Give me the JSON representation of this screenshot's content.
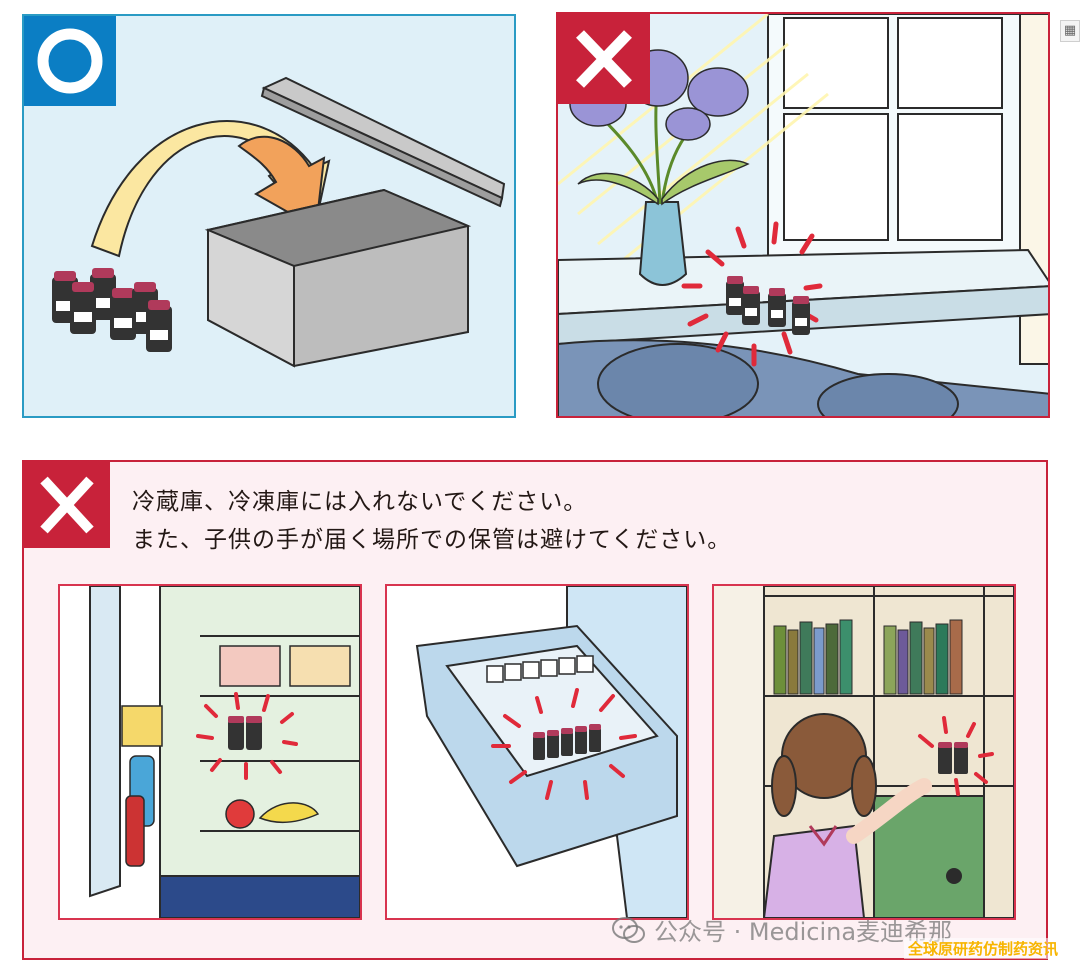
{
  "panels": {
    "ok": {
      "mark": "O",
      "mark_color": "#0b7ec4"
    },
    "window": {
      "mark": "X",
      "mark_color": "#c8223a"
    },
    "bottom": {
      "mark": "X",
      "mark_color": "#c8223a",
      "caption_line1": "冷蔵庫、冷凍庫には入れないでください。",
      "caption_line2": "また、子供の手が届く場所での保管は避けてください。"
    }
  },
  "icons": {
    "ok_mark": "circle-ok-icon",
    "ng_mark": "cross-ng-icon",
    "arrow": "curved-arrow-icon",
    "vial": "vial-icon",
    "side_widget": "panel-icon",
    "wechat": "wechat-icon"
  },
  "colors": {
    "ok_blue": "#0b7ec4",
    "ng_red": "#c8223a",
    "panel_blue_bg": "#dff0f8",
    "panel_pink_bg": "#fdf0f3",
    "vial_cap": "#b03a5b",
    "highlight_orange": "#f7b500"
  },
  "watermark": {
    "text": "公众号 · Medicina麦迪希那"
  },
  "overlay": {
    "text": "全球原研药仿制药资讯"
  },
  "side_widget": {
    "glyph": "▦"
  }
}
